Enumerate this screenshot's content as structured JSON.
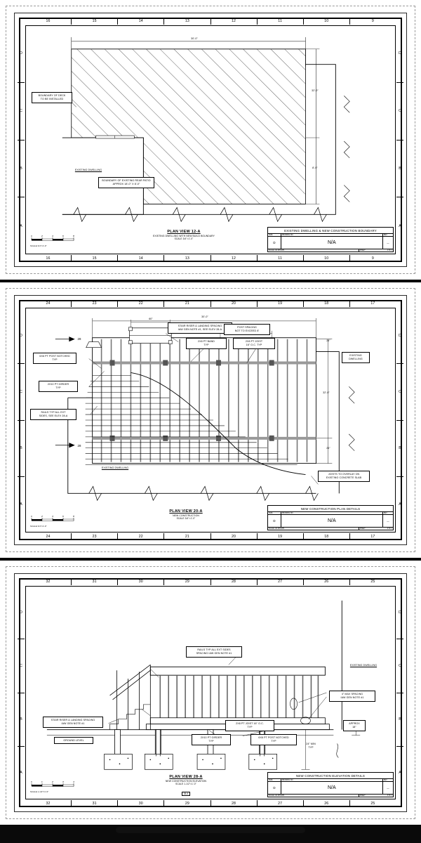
{
  "document": {
    "type": "architectural-drawing-set",
    "sheet_count": 3
  },
  "sheets": [
    {
      "id": "sheet-1",
      "zones_top": [
        "16",
        "15",
        "14",
        "13",
        "12",
        "11",
        "10",
        "9"
      ],
      "zones_bottom": [
        "16",
        "15",
        "14",
        "13",
        "12",
        "11",
        "10",
        "9"
      ],
      "zones_left": [
        "D",
        "C",
        "B",
        "A"
      ],
      "zones_right": [
        "D",
        "C",
        "B",
        "A"
      ],
      "dimensions": {
        "overall_width": "30'-0\"",
        "right_upper": "32'-0\"",
        "right_lower": "8'-0\""
      },
      "labels": {
        "existing_dwelling": "EXISTING DWELLING",
        "deck_boundary": "BOUNDARY OF DECK\nTO BE INSTALLED",
        "patio_boundary": "BOUNDARY OF EXISTING REAR PATIO\nAPPROX 18'-0\" X 8'-0\""
      },
      "view_title": {
        "name": "PLAN VIEW 12-A",
        "subtitle": "EXISTING DWELLING WITH NEW BUILD BOUNDARY",
        "scale": "SCALE 3/4\"=1'-0\""
      },
      "scale_bar": {
        "ticks": [
          "0",
          "2'",
          "4'",
          "6'",
          "8'"
        ],
        "label": "SCALE 3/4\"=1'-0\""
      },
      "title_block": {
        "title": "EXISTING DWELLING & NEW CONSTRUCTION BOUNDARY",
        "size_header": "SIZE",
        "size_value": "D",
        "dwg_header": "DRAWING NO.",
        "dwg_value": "N/A",
        "rev_header": "REV",
        "rev_value": "—",
        "scale_footer": "SCALE: AS SHOWN",
        "sheet_footer_left": "SHEET",
        "sheet_footer_right": "1 OF 3"
      }
    },
    {
      "id": "sheet-2",
      "zones_top": [
        "24",
        "23",
        "22",
        "21",
        "20",
        "19",
        "18",
        "17"
      ],
      "zones_bottom": [
        "24",
        "23",
        "22",
        "21",
        "20",
        "19",
        "18",
        "17"
      ],
      "zones_left": [
        "D",
        "C",
        "B",
        "A"
      ],
      "zones_right": [
        "D",
        "C",
        "B",
        "A"
      ],
      "dimensions": {
        "overall_width": "30'-0\"",
        "landing_width": "60\"",
        "right_upper": "24\"",
        "right_middle": "32'-0\"",
        "right_lower": "24\""
      },
      "labels": {
        "section_marker": "28",
        "post_notched": "6X6 PT POST NOTCHED\nTYP",
        "girder": "2X10 PT GIRDER\nTYP",
        "rails": "RAILS TYP ALL EXT\nSIDES, SEE ELEV 28-A",
        "stair_riser": "STAIR RISER & LANDING SPACING\nIAW GEN NOTE #1, SEE ELEV 28-A",
        "band": "2X8 PT BAND\nTYP",
        "joist": "2X8 PT JOIST\n16\" O.C. TYP",
        "post_spacing": "POST SPACING\nNOT TO EXCEED 8'",
        "existing_dwelling_right": "EXISTING\nDWELLING",
        "existing_dwelling_plan": "EXISTING DWELLING",
        "joists_overlay": "JOISTS TO OVERLAY ON\nEXISTING CONCRETE SLAB"
      },
      "view_title": {
        "name": "PLAN VIEW 20-A",
        "subtitle": "NEW CONSTRUCTION",
        "scale": "SCALE 3/4\"=1'-0\""
      },
      "scale_bar": {
        "ticks": [
          "0",
          "2'",
          "4'",
          "6'",
          "8'"
        ],
        "label": "SCALE 3/4\"=1'-0\""
      },
      "title_block": {
        "title": "NEW CONSTRUCTION PLAN DETAILS",
        "size_header": "SIZE",
        "size_value": "D",
        "dwg_header": "DRAWING NO.",
        "dwg_value": "N/A",
        "rev_header": "REV",
        "rev_value": "—",
        "scale_footer": "SCALE: AS SHOWN",
        "sheet_footer_left": "SHEET",
        "sheet_footer_right": "2 OF 3"
      }
    },
    {
      "id": "sheet-3",
      "zones_top": [
        "32",
        "31",
        "30",
        "29",
        "28",
        "27",
        "26",
        "25"
      ],
      "zones_bottom": [
        "32",
        "31",
        "30",
        "29",
        "28",
        "27",
        "26",
        "25"
      ],
      "zones_left": [
        "D",
        "C",
        "B",
        "A"
      ],
      "zones_right": [
        "D",
        "C",
        "B",
        "A"
      ],
      "dimensions": {
        "approx_height": "APPROX\n18\"",
        "footing_depth": "24\" MIN\nTYP"
      },
      "labels": {
        "existing_dwelling": "EXISTING DWELLING",
        "rails": "RAILS TYP ALL EXT SIDES\nSPACING IAW GEN NOTE #1",
        "max_spacing": "4\" MAX SPACING\nIAW GEN NOTE #1",
        "stair_riser": "STAIR RISER & LANDING SPACING\nIAW GEN NOTE #1",
        "ground_level": "GROUND LEVEL",
        "girder": "2X10 PT GIRDER\nTYP",
        "joist": "2X8 PT JOIST 16\" O.C.\nTYP",
        "post_notched": "6X6 PT POST NOTCHED\nTYP"
      },
      "view_title": {
        "name": "PLAN VIEW 28-A",
        "subtitle": "NEW CONSTRUCTION ELEVATION",
        "scale": "SCALE 1-1/2\"=1'-0\"",
        "tag": "28-A"
      },
      "scale_bar": {
        "ticks": [
          "0",
          "1'",
          "2'",
          "3'",
          "4'"
        ],
        "label": "SCALE 1-1/2\"=1'-0\""
      },
      "title_block": {
        "title": "NEW CONSTRUCTION ELEVATION DETAILS",
        "size_header": "SIZE",
        "size_value": "D",
        "dwg_header": "DRAWING NO.",
        "dwg_value": "N/A",
        "rev_header": "REV",
        "rev_value": "—",
        "scale_footer": "SCALE: AS SHOWN",
        "sheet_footer_left": "SHEET",
        "sheet_footer_right": "3 OF 3"
      }
    }
  ],
  "colors": {
    "paper": "#ffffff",
    "ink": "#000000",
    "gap": "#0a0a0a",
    "hatch": "#333333"
  }
}
